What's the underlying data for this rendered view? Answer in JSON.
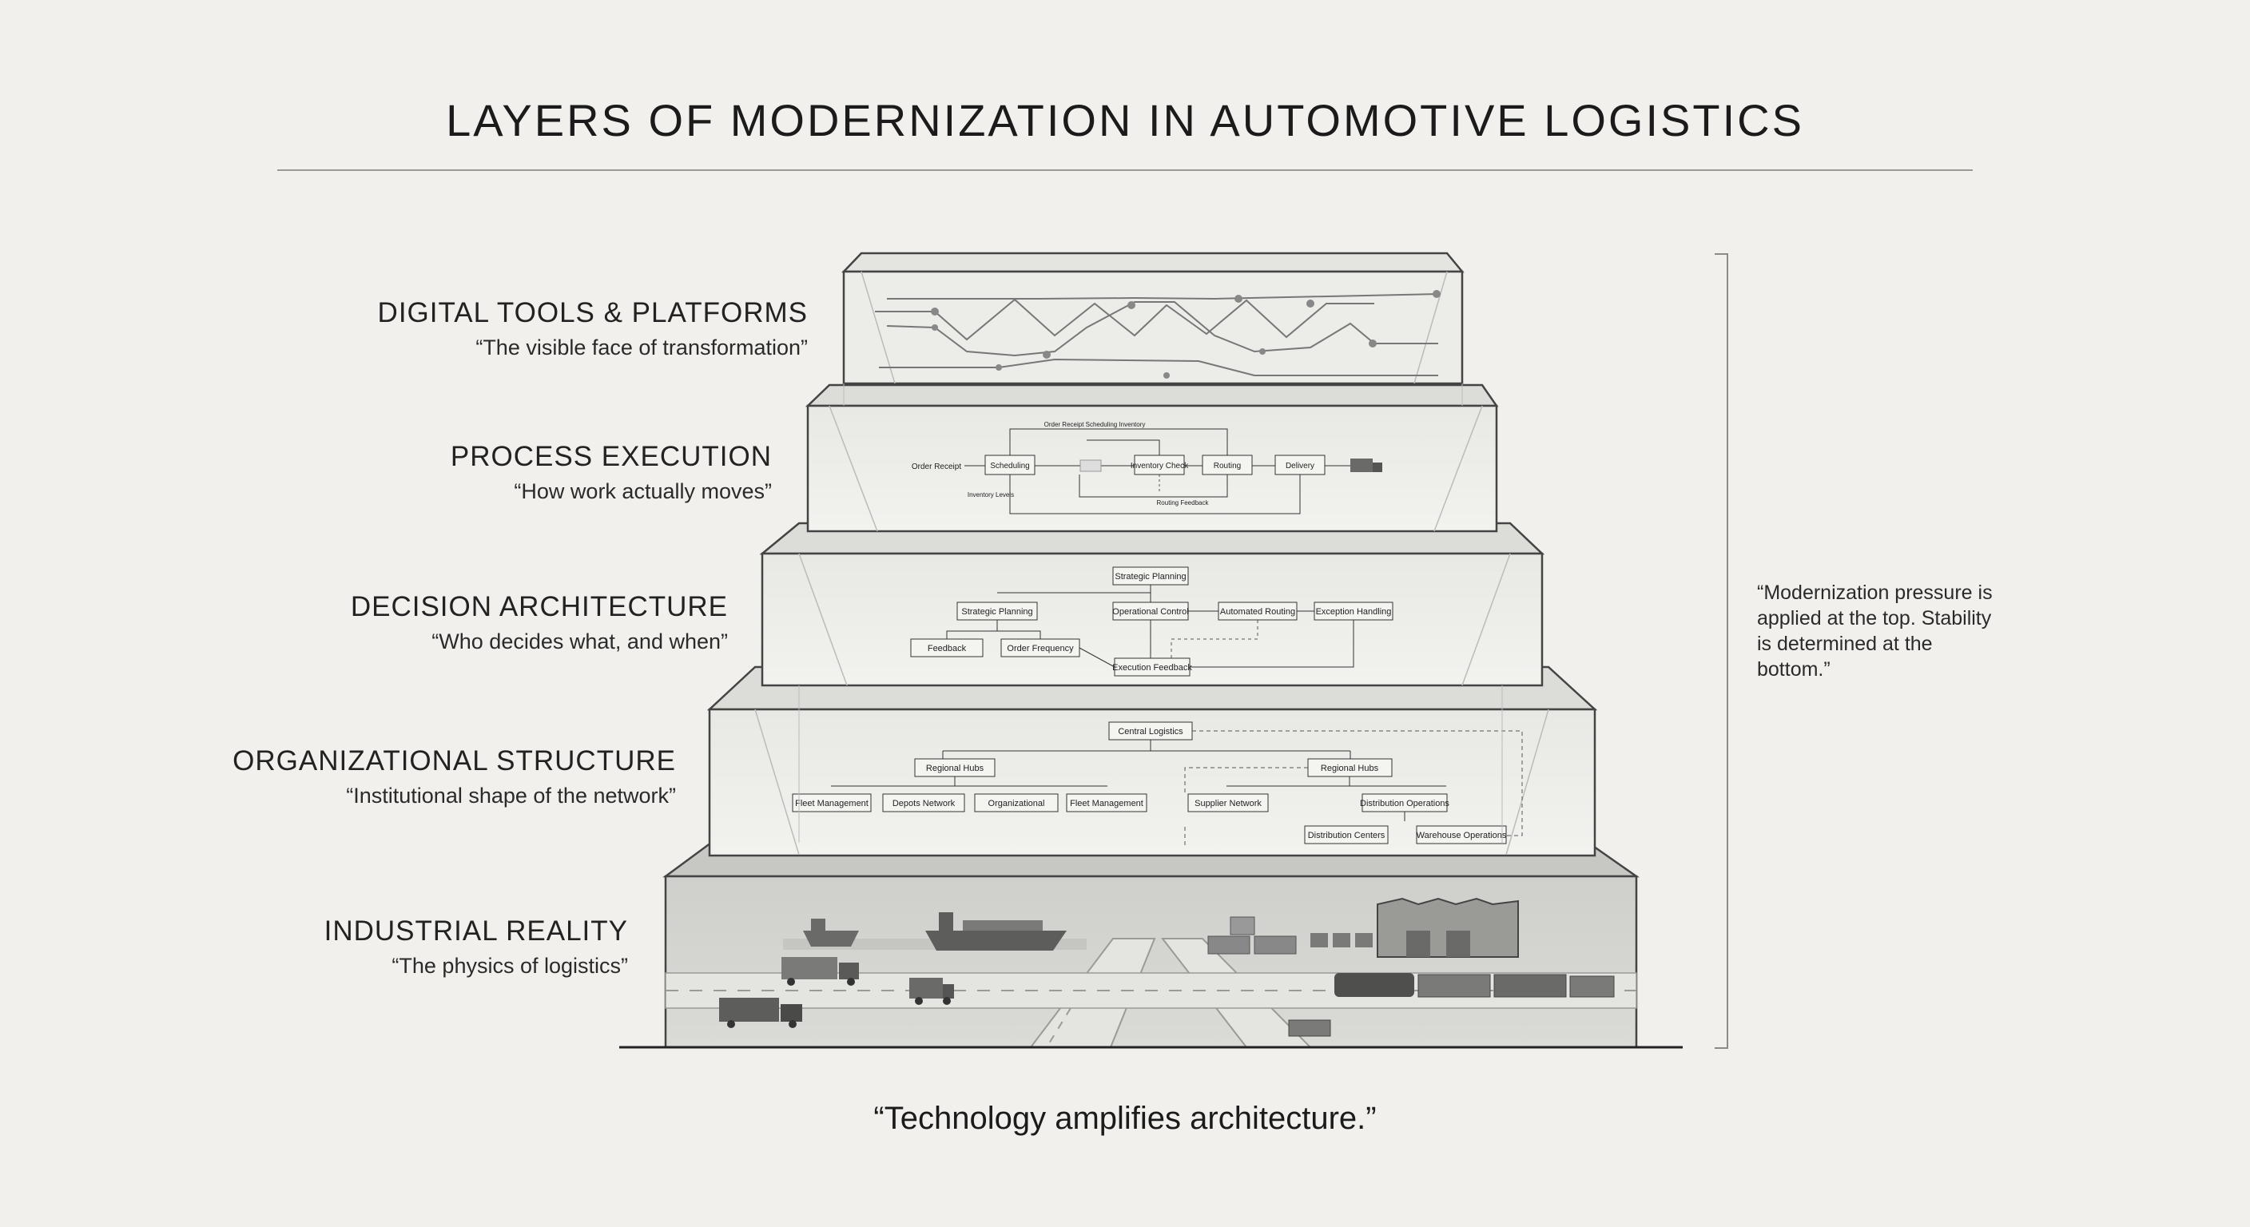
{
  "title": "LAYERS OF MODERNIZATION IN AUTOMOTIVE LOGISTICS",
  "layers": [
    {
      "name": "DIGITAL TOOLS & PLATFORMS",
      "quote": "“The visible face of transformation”"
    },
    {
      "name": "PROCESS EXECUTION",
      "quote": "“How work actually moves”"
    },
    {
      "name": "DECISION ARCHITECTURE",
      "quote": "“Who decides what, and when”"
    },
    {
      "name": "ORGANIZATIONAL STRUCTURE",
      "quote": "“Institutional shape of the network”"
    },
    {
      "name": "INDUSTRIAL REALITY",
      "quote": "“The physics of logistics”"
    }
  ],
  "process": {
    "order_receipt": "Order Receipt",
    "scheduling": "Scheduling",
    "inventory_check": "Inventory Check",
    "routing": "Routing",
    "delivery": "Delivery",
    "top_note": "Order Receipt Scheduling Inventory",
    "left_note": "Inventory Levels",
    "bottom_note": "Routing Feedback"
  },
  "decision": {
    "strategic_top": "Strategic Planning",
    "strategic_left": "Strategic Planning",
    "operational": "Operational Control",
    "automated": "Automated Routing",
    "exception": "Exception Handling",
    "feedback": "Feedback",
    "order_frequency": "Order Frequency",
    "execution_feedback": "Execution Feedback"
  },
  "organization": {
    "central": "Central Logistics",
    "hub_left": "Regional Hubs",
    "hub_right": "Regional Hubs",
    "fleet_1": "Fleet Management",
    "depots": "Depots Network",
    "organizational": "Organizational",
    "fleet_2": "Fleet Management",
    "supplier": "Supplier Network",
    "distribution_ops": "Distribution Operations",
    "distribution_centers": "Distribution Centers",
    "warehouse_ops": "Warehouse Operations"
  },
  "side_quote": "“Modernization pressure is applied at the top. Stability is determined at the bottom.”",
  "footer_quote": "“Technology amplifies architecture.”"
}
